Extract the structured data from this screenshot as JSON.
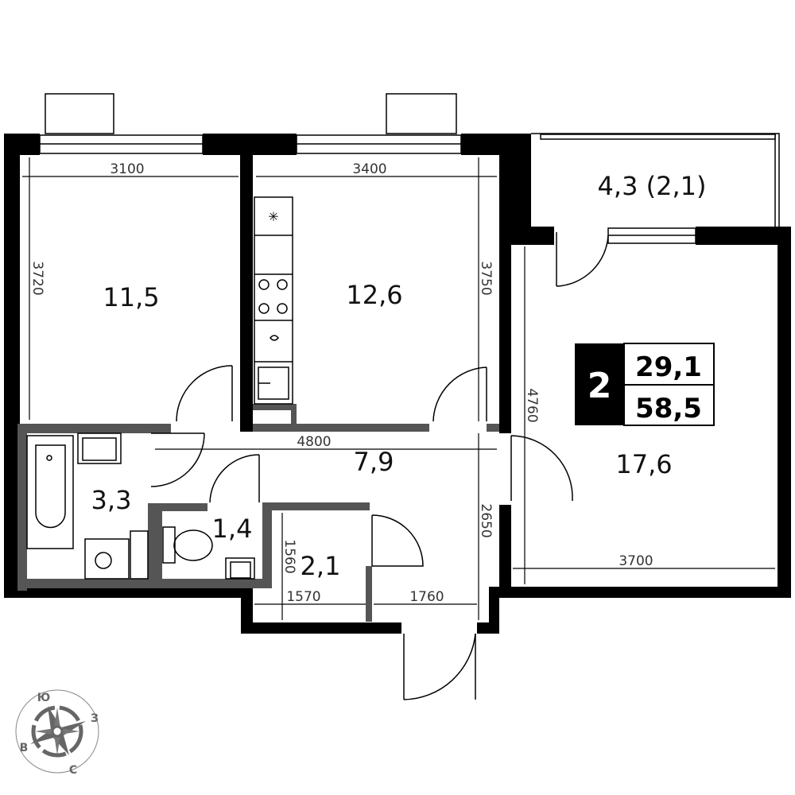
{
  "rooms": {
    "bedroom": "11,5",
    "kitchen": "12,6",
    "balcony": "4,3 (2,1)",
    "living": "17,6",
    "hall": "7,9",
    "bathroom": "3,3",
    "toilet": "1,4",
    "entry": "2,1"
  },
  "dimensions": {
    "bedroom_width": "3100",
    "bedroom_depth": "3720",
    "kitchen_width": "3400",
    "kitchen_depth": "3750",
    "hall_length": "4800",
    "living_depth": "4760",
    "living_width": "3700",
    "entry_depth": "2650",
    "wc_depth": "1560",
    "entry_width_left": "1570",
    "entry_width_right": "1760"
  },
  "summary": {
    "rooms_count": "2",
    "living_area": "29,1",
    "total_area": "58,5"
  },
  "compass": {
    "south": "Ю",
    "west": "З",
    "east": "В",
    "north": "С"
  },
  "colors": {
    "wall": "#000000",
    "partition": "#555555",
    "text": "#111111"
  }
}
